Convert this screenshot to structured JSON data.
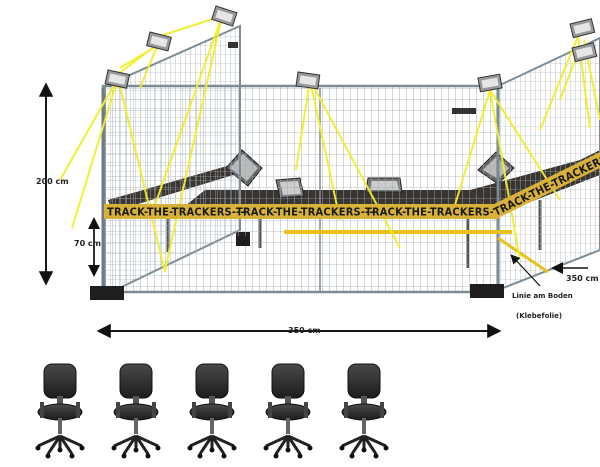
{
  "dimensions": {
    "height": "200 cm",
    "table_height": "70 cm",
    "width": "350 cm",
    "depth": "350 cm"
  },
  "tape": {
    "text": "TRACK-THE-TRACKERS---",
    "left_1": "TRACK-THE-TRACKERS---",
    "left_2": "TRACK-THE-TRACKERS---",
    "left_3": "TRACK-THE-TRACKERS---",
    "right": "TRACK-THE-TRACKERS"
  },
  "floor_note": {
    "line1": "Linie am Boden",
    "line2": "(Klebefolie)"
  },
  "colors": {
    "fence": "#8a9aa6",
    "tape": "#d8b238",
    "floor_line": "#e8c21c",
    "light_beam": "#f2ee2a",
    "table_top": "#3a3530",
    "chair": "#2e2e2e"
  },
  "chairs_count": 5
}
